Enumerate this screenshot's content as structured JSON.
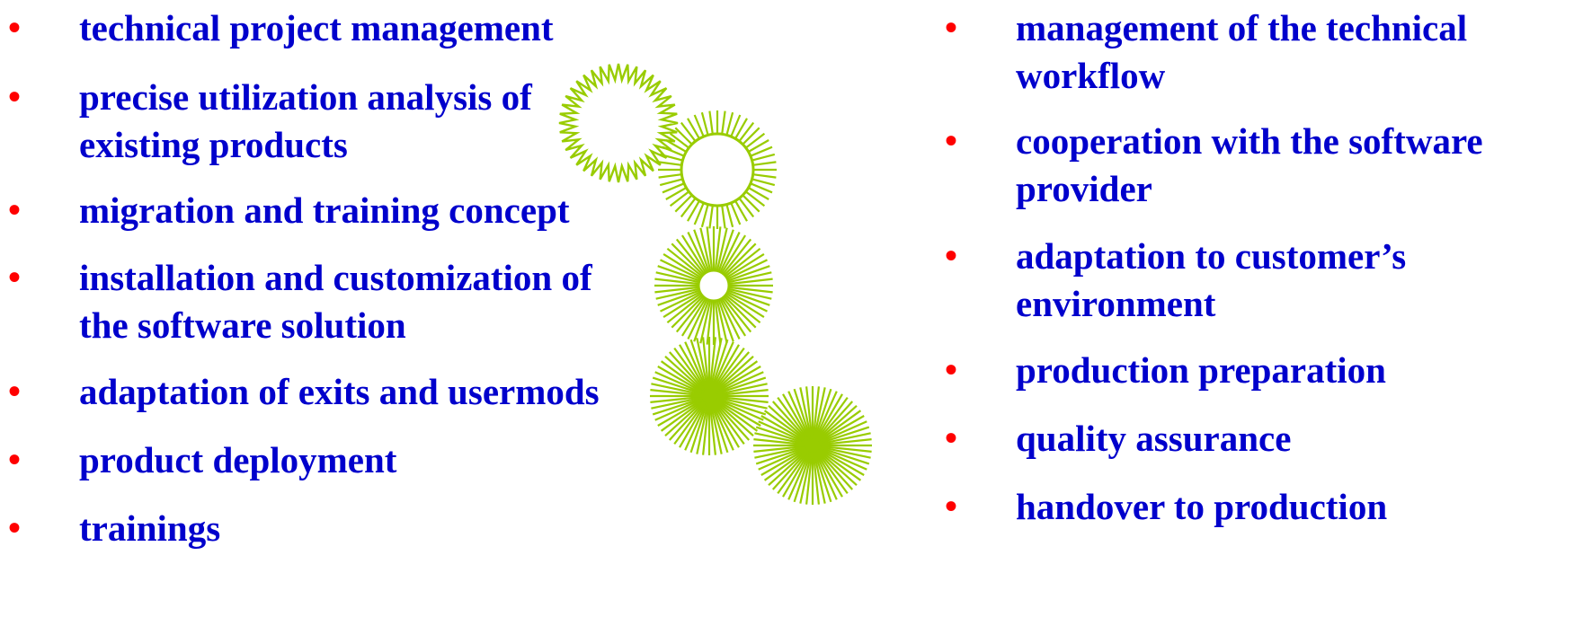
{
  "left_list": [
    {
      "lines": [
        "technical project management"
      ]
    },
    {
      "lines": [
        "precise utilization analysis of",
        "existing products"
      ]
    },
    {
      "lines": [
        "migration and training concept"
      ]
    },
    {
      "lines": [
        "installation and customization of",
        "the software solution"
      ]
    },
    {
      "lines": [
        "adaptation of exits and usermods"
      ]
    },
    {
      "lines": [
        "product deployment"
      ]
    },
    {
      "lines": [
        "trainings"
      ]
    }
  ],
  "right_list": [
    {
      "lines": [
        "management of  the technical",
        "workflow"
      ]
    },
    {
      "lines": [
        "cooperation with the software",
        "provider"
      ]
    },
    {
      "lines": [
        "adaptation to customer’s",
        "environment"
      ]
    },
    {
      "lines": [
        "production preparation"
      ]
    },
    {
      "lines": [
        "quality assurance"
      ]
    },
    {
      "lines": [
        "handover to production"
      ]
    }
  ],
  "bullet_glyph": "•",
  "colors": {
    "text": "#0000cc",
    "bullet": "#ff0000",
    "decoration": "#99cc00"
  },
  "decoration": {
    "icon": "starburst-icon",
    "count": 5
  }
}
